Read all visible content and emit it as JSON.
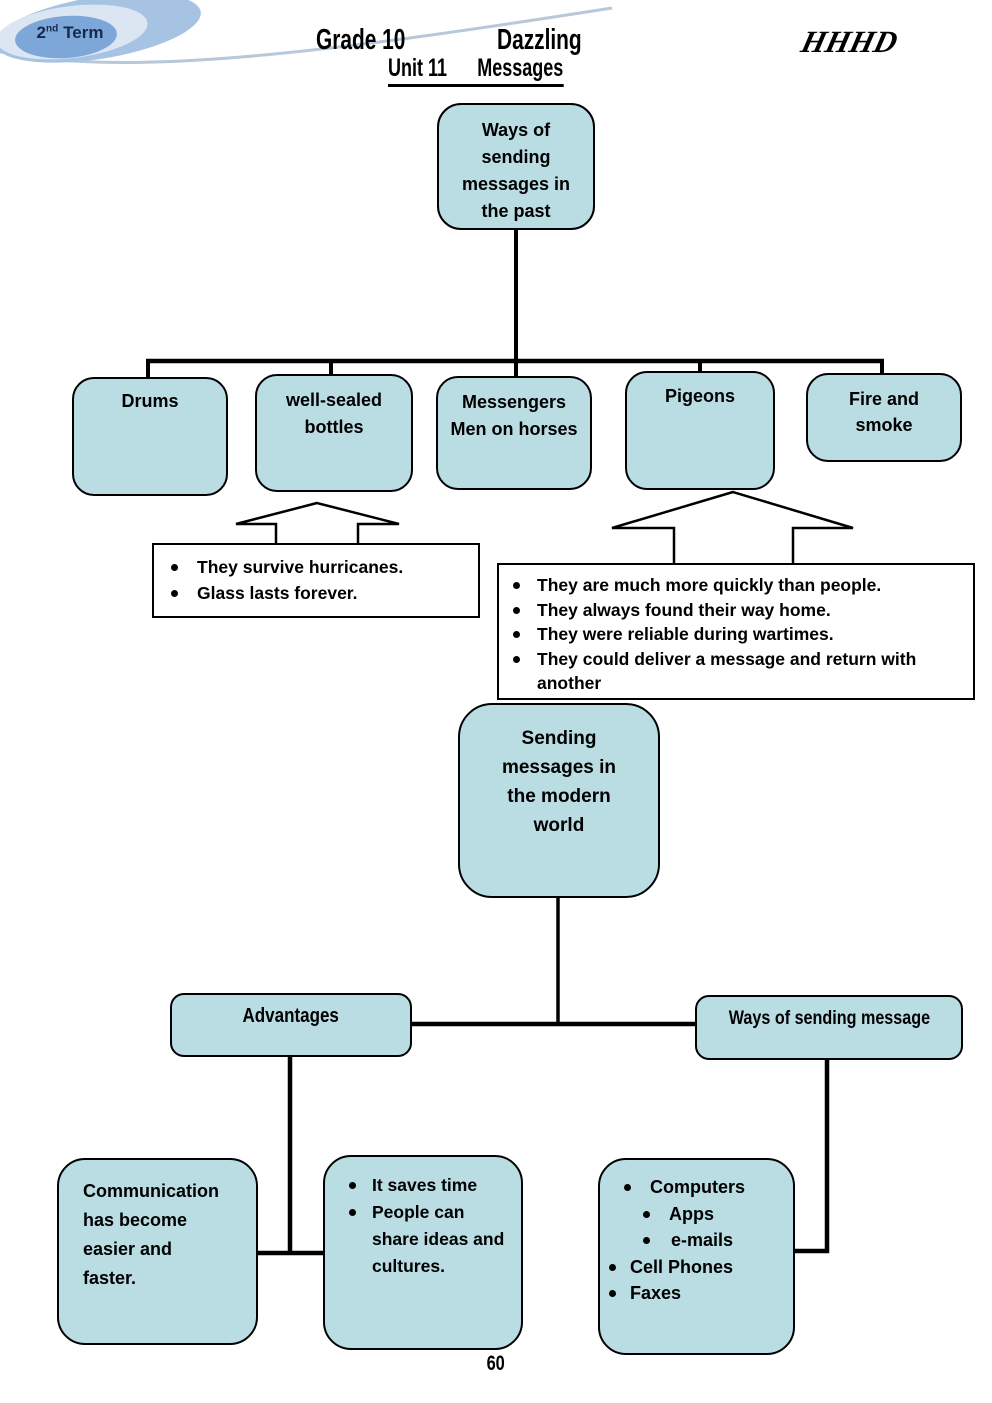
{
  "header": {
    "badge_num": "2",
    "badge_sup": "nd",
    "badge_word": "Term",
    "grade": "Grade 10",
    "brand": "Dazzling",
    "signature": "HHHD",
    "unit": "Unit 11",
    "topic": "Messages"
  },
  "past": {
    "root_lines": [
      "Ways of",
      "sending",
      "messages in",
      "the past"
    ],
    "drums": "Drums",
    "bottles_lines": [
      "well-sealed",
      "bottles"
    ],
    "messengers_lines": [
      "Messengers",
      "Men on horses"
    ],
    "pigeons": "Pigeons",
    "fire_lines": [
      "Fire and",
      "smoke"
    ]
  },
  "bottle_notes": [
    "They survive hurricanes.",
    "Glass lasts forever."
  ],
  "pigeon_notes": [
    "They are much more quickly than people.",
    "They always found their way home.",
    "They were reliable during wartimes.",
    "They could deliver a message and return with another"
  ],
  "modern": {
    "root_lines": [
      "Sending",
      "messages in",
      "the modern",
      "world"
    ],
    "advantages_label": "Advantages",
    "ways_label": "Ways of sending message",
    "communication_lines": [
      "Communication",
      "has become",
      "easier and",
      "faster."
    ],
    "advantage_items": [
      "It saves time",
      "People can share ideas and cultures."
    ],
    "ways_items": [
      "Computers",
      "Apps",
      "e-mails",
      "Cell Phones",
      "Faxes"
    ]
  },
  "footer": {
    "page": "60"
  },
  "colors": {
    "node_fill": "#b9dde3",
    "line": "#000000",
    "badge_outer": "#a6c3e3",
    "badge_mid": "#dce6f3",
    "badge_inner": "#7da7d9",
    "badge_text": "#16294d",
    "swoosh": "#b7c8da"
  }
}
